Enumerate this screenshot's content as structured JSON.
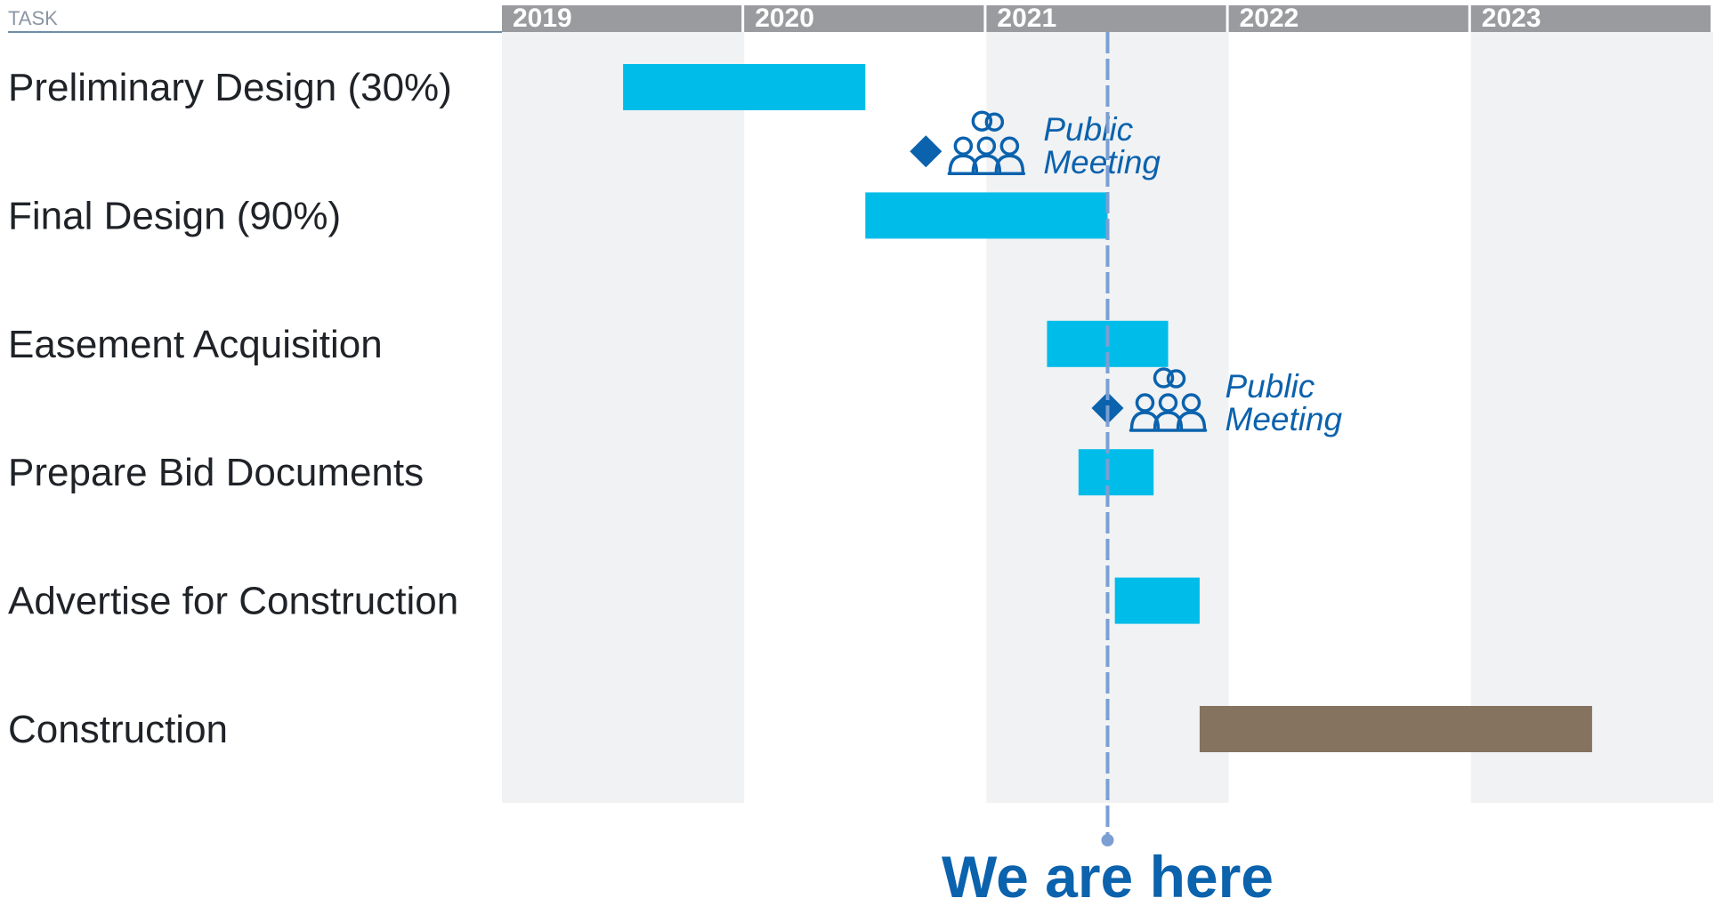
{
  "task_header": "TASK",
  "today_label": "We are here",
  "colors": {
    "bar": "#00bce8",
    "construction_bar": "#85735f",
    "milestone": "#0b62ad",
    "today_line": "#7b9fd3",
    "year_header": "#999b9e",
    "band_shaded": "#f0f2f4",
    "text": "#1f2328"
  },
  "chart_data": {
    "type": "gantt",
    "x_unit": "year",
    "x_range": [
      2019,
      2024
    ],
    "years": [
      "2019",
      "2020",
      "2021",
      "2022",
      "2023"
    ],
    "today": 2021.5,
    "tasks": [
      {
        "name": "Preliminary Design (30%)",
        "start": 2019.5,
        "end": 2020.5,
        "style": "planning"
      },
      {
        "name": "Final Design (90%)",
        "start": 2020.5,
        "end": 2021.5,
        "style": "planning"
      },
      {
        "name": "Easement Acquisition",
        "start": 2021.25,
        "end": 2021.75,
        "style": "planning"
      },
      {
        "name": "Prepare Bid Documents",
        "start": 2021.38,
        "end": 2021.69,
        "style": "planning"
      },
      {
        "name": "Advertise for Construction",
        "start": 2021.53,
        "end": 2021.88,
        "style": "planning"
      },
      {
        "name": "Construction",
        "start": 2021.88,
        "end": 2023.5,
        "style": "construction"
      }
    ],
    "milestones": [
      {
        "label_line1": "Public",
        "label_line2": "Meeting",
        "date": 2020.75,
        "after_task": 0
      },
      {
        "label_line1": "Public",
        "label_line2": "Meeting",
        "date": 2021.5,
        "after_task": 2
      }
    ]
  }
}
